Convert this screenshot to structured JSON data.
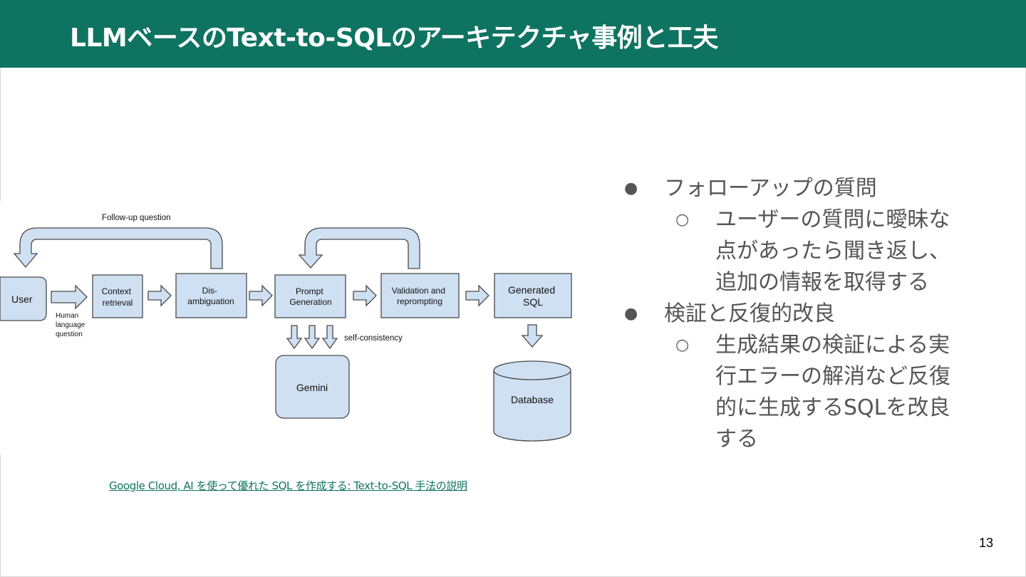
{
  "slide": {
    "title": "LLMベースのText-to-SQLのアーキテクチャ事例と工夫",
    "page_number": "13",
    "source_link": "Google Cloud, AI を使って優れた SQL を作成する: Text-to-SQL 手法の説明"
  },
  "diagram": {
    "nodes": {
      "user": "User",
      "context": [
        "Context",
        "retrieval"
      ],
      "disambiguation": [
        "Dis-",
        "ambiguation"
      ],
      "prompt": [
        "Prompt",
        "Generation"
      ],
      "validation": [
        "Validation and",
        "reprompting"
      ],
      "generated_sql": [
        "Generated",
        "SQL"
      ],
      "gemini": "Gemini",
      "database": "Database"
    },
    "labels": {
      "follow_up": "Follow-up question",
      "human_question": [
        "Human",
        "language",
        "question"
      ],
      "self_consistency": "self-consistency"
    },
    "colors": {
      "box_fill": "#cfe0f3",
      "box_stroke": "#4a4a4a"
    }
  },
  "bullets": [
    {
      "text": "フォローアップの質問",
      "sub": [
        [
          "ユーザーの質問に曖昧な",
          "点があったら聞き返し、",
          "追加の情報を取得する"
        ]
      ]
    },
    {
      "text": "検証と反復的改良",
      "sub": [
        [
          "生成結果の検証による実",
          "行エラーの解消など反復",
          "的に生成するSQLを改良",
          "する"
        ]
      ]
    }
  ],
  "bullet_marks": {
    "level1": "●",
    "level2": "○"
  }
}
